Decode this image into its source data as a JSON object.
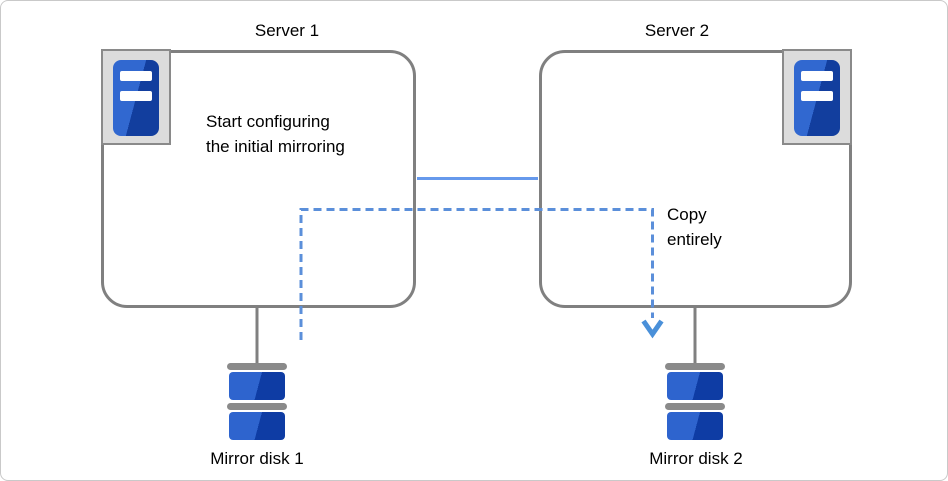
{
  "diagram": {
    "title_server1": "Server 1",
    "title_server2": "Server 2",
    "server1_note_line1": "Start configuring",
    "server1_note_line2": "the initial mirroring",
    "copy_line1": "Copy",
    "copy_line2": "entirely",
    "disk1_label": "Mirror disk 1",
    "disk2_label": "Mirror disk 2",
    "colors": {
      "box_border": "#808080",
      "icon_plate_fill": "#dcdcdc",
      "icon_plate_border": "#8a8a8a",
      "tower_blue_light": "#3168d0",
      "tower_blue_dark": "#123e9e",
      "disk_blue_light": "#2e64ce",
      "disk_blue_dark": "#0e3ca4",
      "disk_cap_gray": "#8a8a8a",
      "interconnect_line": "#6699ec",
      "copy_dashed_line": "#5b8fda",
      "copy_arrow": "#4a90d9",
      "disk_connector": "#808080",
      "text": "#000000",
      "canvas_border": "#c9c9c9"
    }
  }
}
